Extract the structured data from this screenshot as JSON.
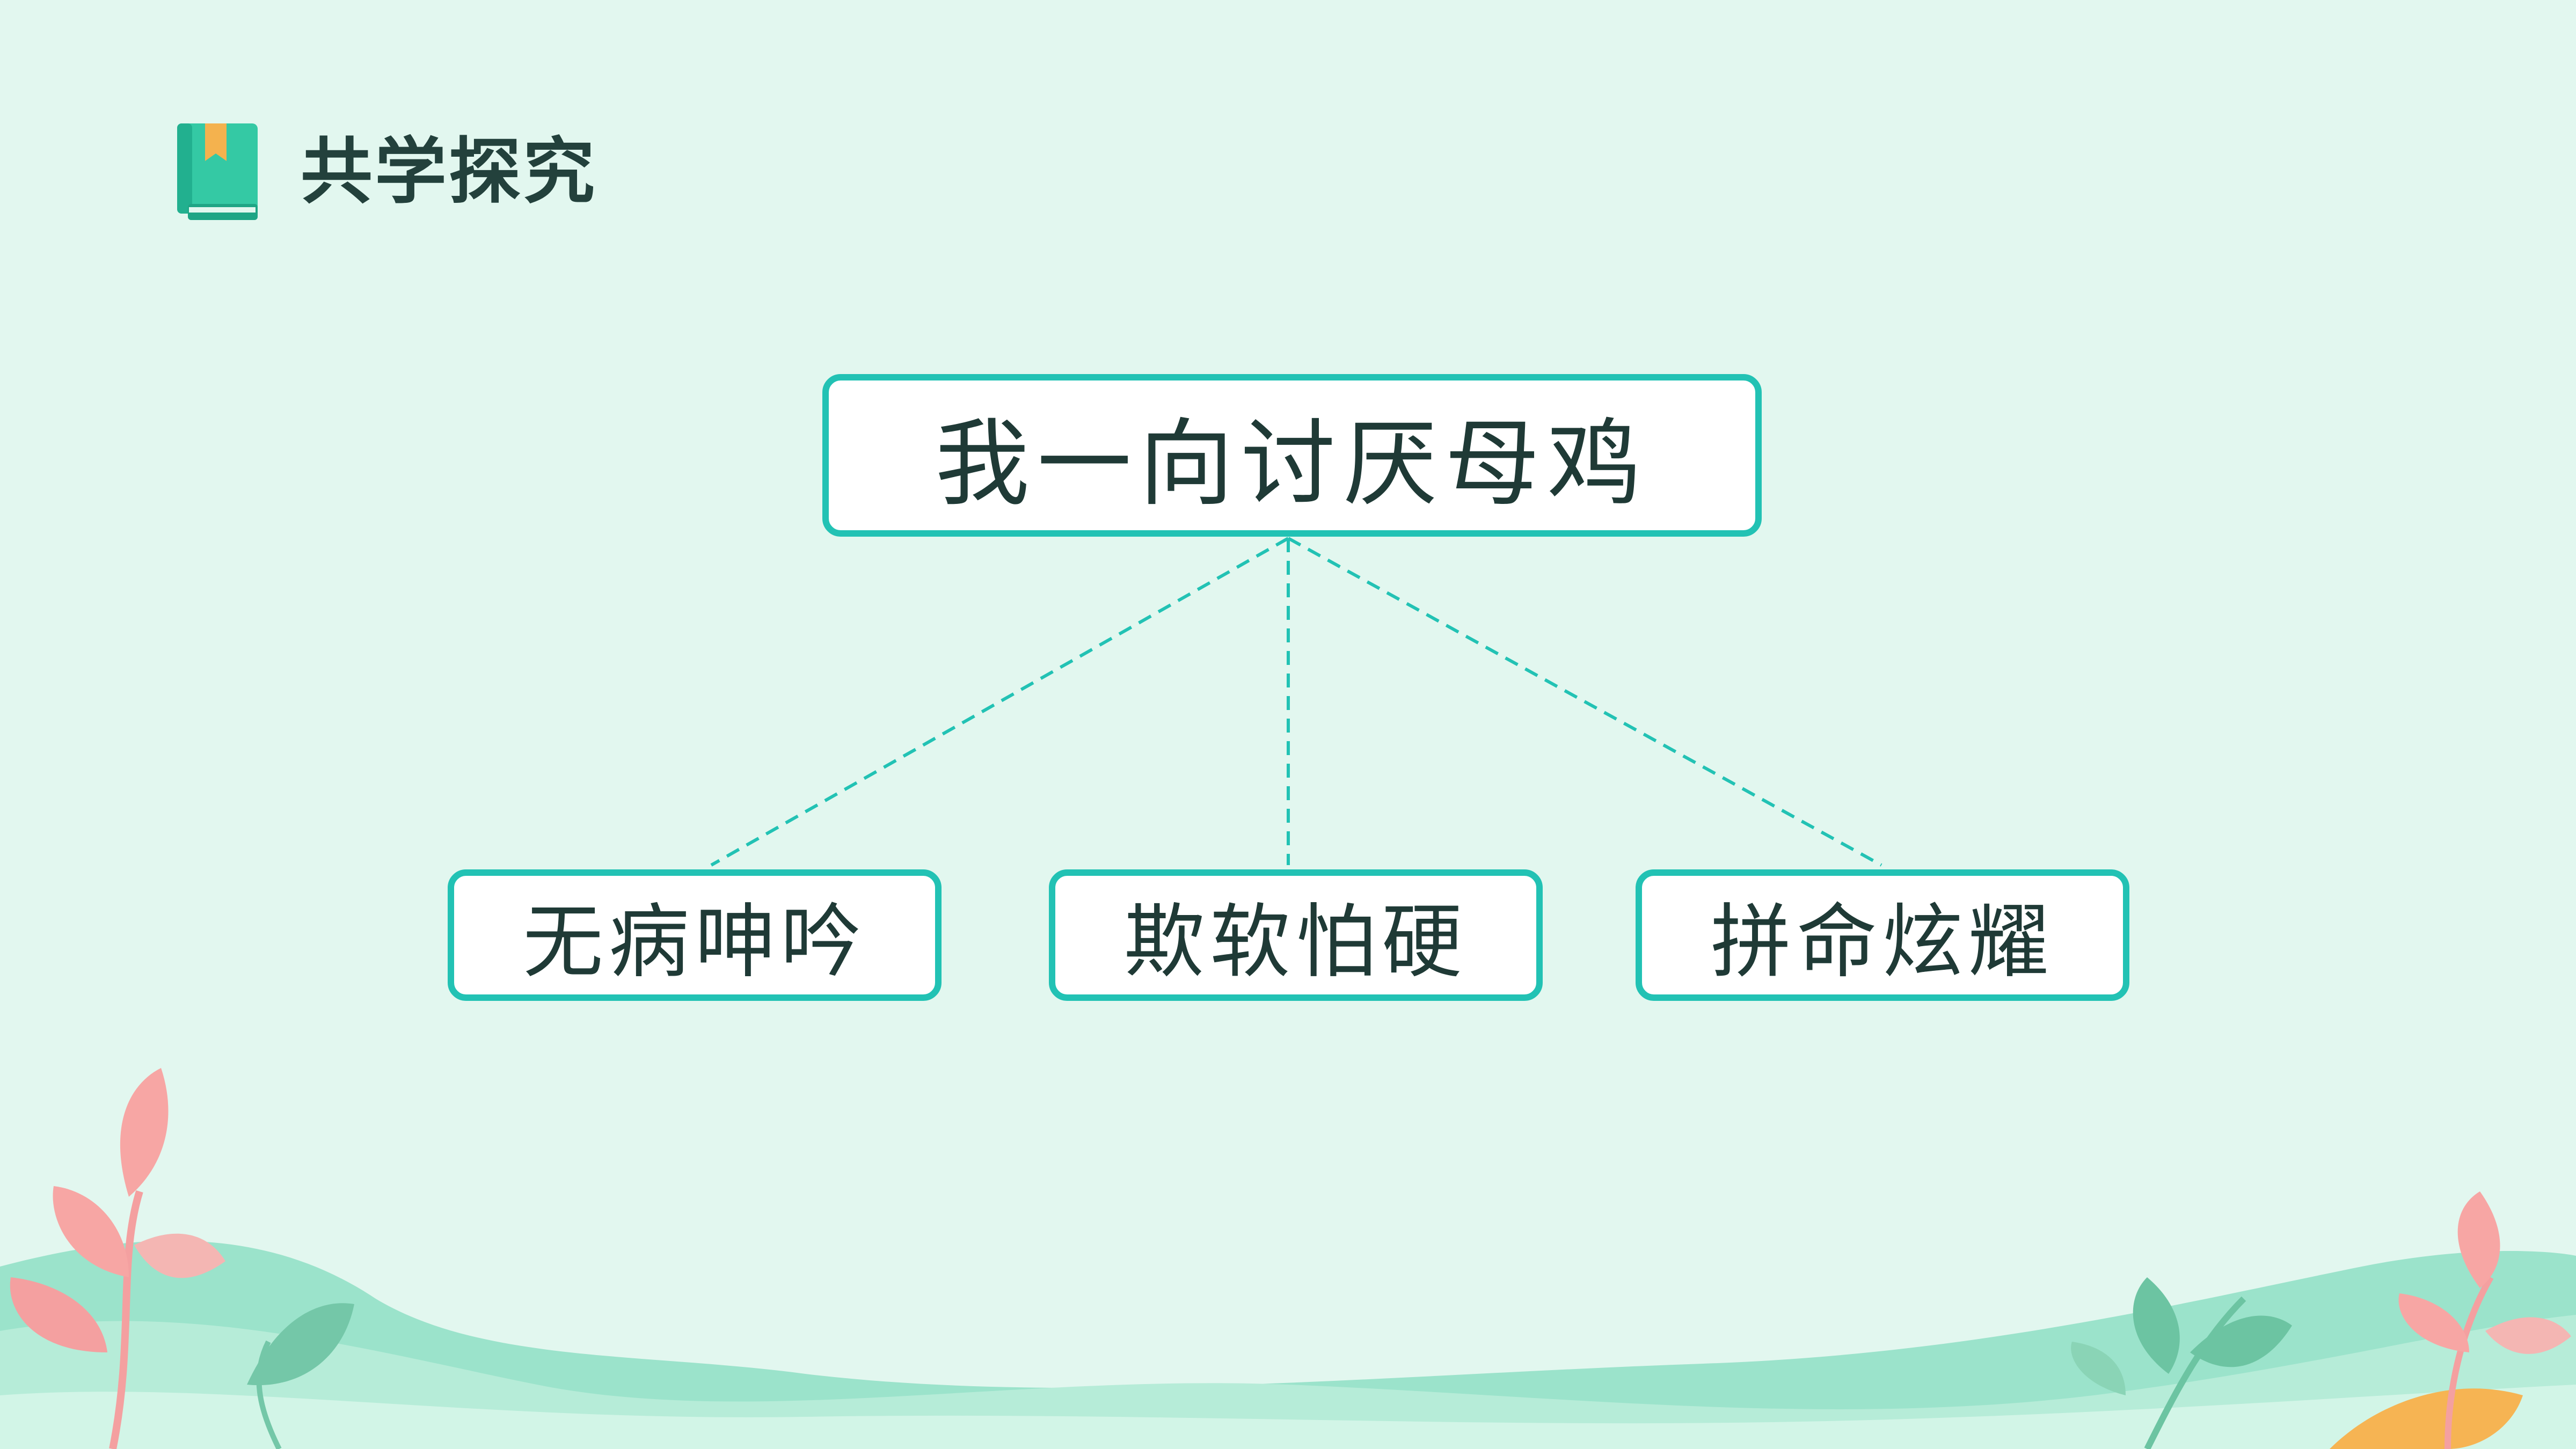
{
  "header": {
    "icon": "book-icon",
    "title": "共学探究"
  },
  "diagram": {
    "root": {
      "label": "我一向讨厌母鸡"
    },
    "children": [
      {
        "label": "无病呻吟"
      },
      {
        "label": "欺软怕硬"
      },
      {
        "label": "拼命炫耀"
      }
    ]
  },
  "colors": {
    "background": "#e2f7ef",
    "accent": "#22c2b4",
    "text": "#1f3a36"
  }
}
